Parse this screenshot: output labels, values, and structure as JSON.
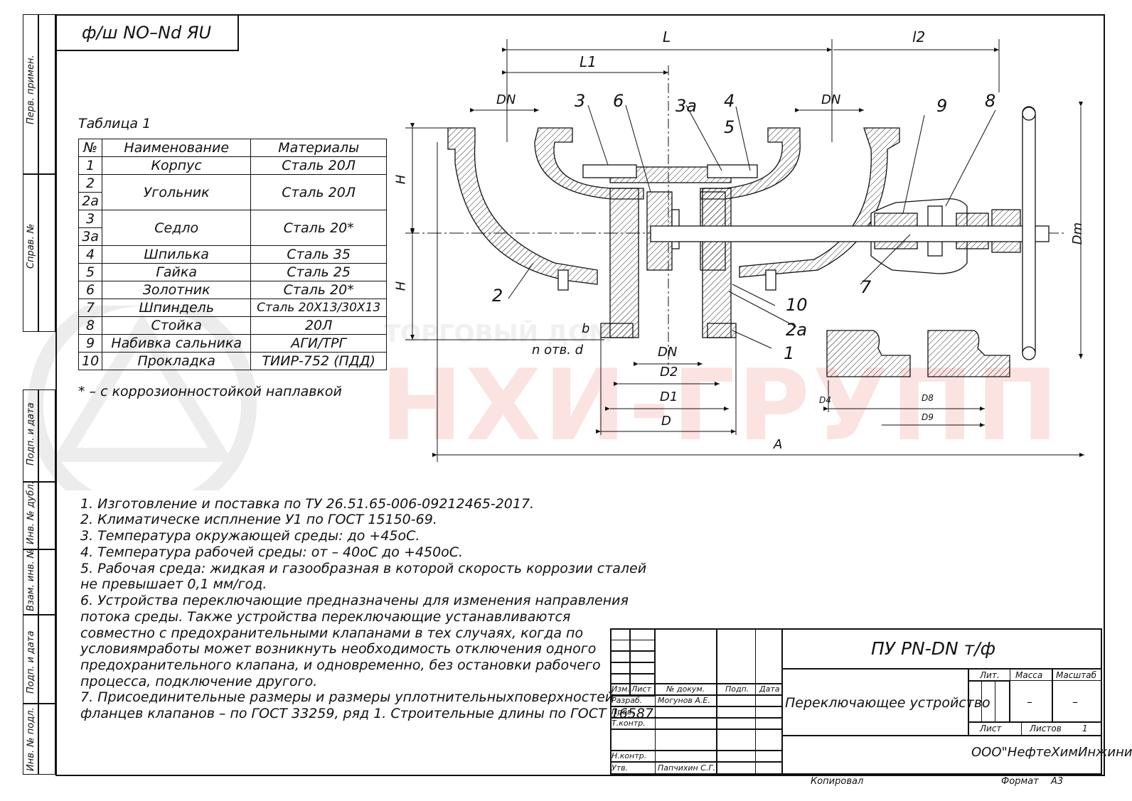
{
  "header_stamp": "ф/ш NО–Nd ЯU",
  "side_labels": [
    "Перв. примен.",
    "Справ. №",
    "Подп. и дата",
    "Инв. № дубл.",
    "Взам. инв. №",
    "Подп. и дата",
    "Инв. № подл."
  ],
  "table": {
    "caption": "Таблица 1",
    "headers": [
      "№",
      "Наименование",
      "Материалы"
    ],
    "rows": [
      {
        "no": "1",
        "name": "Корпус",
        "material": "Сталь 20Л"
      },
      {
        "no": "2",
        "name": "Угольник",
        "material": "Сталь 20Л"
      },
      {
        "no": "2а",
        "name": "",
        "material": ""
      },
      {
        "no": "3",
        "name": "Седло",
        "material": "Сталь 20*"
      },
      {
        "no": "3а",
        "name": "",
        "material": ""
      },
      {
        "no": "4",
        "name": "Шпилька",
        "material": "Сталь 35"
      },
      {
        "no": "5",
        "name": "Гайка",
        "material": "Сталь 25"
      },
      {
        "no": "6",
        "name": "Золотник",
        "material": "Сталь 20*"
      },
      {
        "no": "7",
        "name": "Шпиндель",
        "material": "Сталь 20Х13/30Х13"
      },
      {
        "no": "8",
        "name": "Стойка",
        "material": "20Л"
      },
      {
        "no": "9",
        "name": "Набивка сальника",
        "material": "АГИ/ТРГ"
      },
      {
        "no": "10",
        "name": "Прокладка",
        "material": "ТИИР-752 (ПДД)"
      }
    ],
    "footnote": "* – с коррозионностойкой наплавкой"
  },
  "notes": [
    "1. Изготовление и поставка по ТУ 26.51.65-006-09212465-2017.",
    "2. Климатическе исплнение У1 по ГОСТ 15150-69.",
    "3. Температура окружающей среды: до +45оС.",
    "4. Температура рабочей среды: от – 40оС до +450оС.",
    "5. Рабочая среда: жидкая и газообразная в которой скорость коррозии сталей",
    "не превышает 0,1 мм/год.",
    "6. Устройства переключающие предназначены для изменения направления",
    "потока среды. Также устройства переключающие устанавливаются",
    "совместно с предохранительными клапанами в тех случаях, когда по",
    "условиямработы может возникнуть необходимость отключения одного",
    "предохранительного клапана, и одновременно, без остановки рабочего",
    "процесса, подключение другого.",
    "7. Присоединительные размеры и размеры уплотнительныхповерхностей",
    "фланцев клапанов – по ГОСТ 33259, ряд 1. Строительные длины по ГОСТ 16587."
  ],
  "dims": {
    "L": "L",
    "L1": "L1",
    "l2": "l2",
    "DN_left": "DN",
    "DN_right": "DN",
    "H_top": "H",
    "H_bottom": "H",
    "Dm": "Dm",
    "b": "b",
    "holes": "n отв. d",
    "DN_bottom": "DN",
    "D2": "D2",
    "D1": "D1",
    "D": "D",
    "A": "A",
    "D4": "D4",
    "D8": "D8",
    "D9": "D9"
  },
  "callouts": [
    "3",
    "6",
    "3а",
    "4",
    "5",
    "9",
    "8",
    "2",
    "10",
    "2а",
    "1",
    "7"
  ],
  "watermark": {
    "main": "НХИ-ГРУПП",
    "sub": "ТОРГОВЫЙ ДОМ"
  },
  "title_block": {
    "designation": "ПУ PN-DN т/ф",
    "name": "Переключающее устройство",
    "col_headers": [
      "Изм.",
      "Лист",
      "№ докум.",
      "Подп.",
      "Дата"
    ],
    "roles": [
      "Разраб.",
      "Пров.",
      "Т.контр.",
      "",
      "Н.контр.",
      "Утв."
    ],
    "people": [
      "Могунов А.Е.",
      "",
      "",
      "",
      "",
      "Папчихин С.Г."
    ],
    "lit": "Лит.",
    "mass": "Масса",
    "scale": "Масштаб",
    "mass_val": "–",
    "scale_val": "–",
    "sheet": "Лист",
    "sheets": "Листов",
    "sheets_val": "1",
    "company": "ООО\"НефтеХимИнжиниринг\""
  },
  "bottom": {
    "copied": "Копировал",
    "format": "Формат",
    "format_val": "А3"
  }
}
